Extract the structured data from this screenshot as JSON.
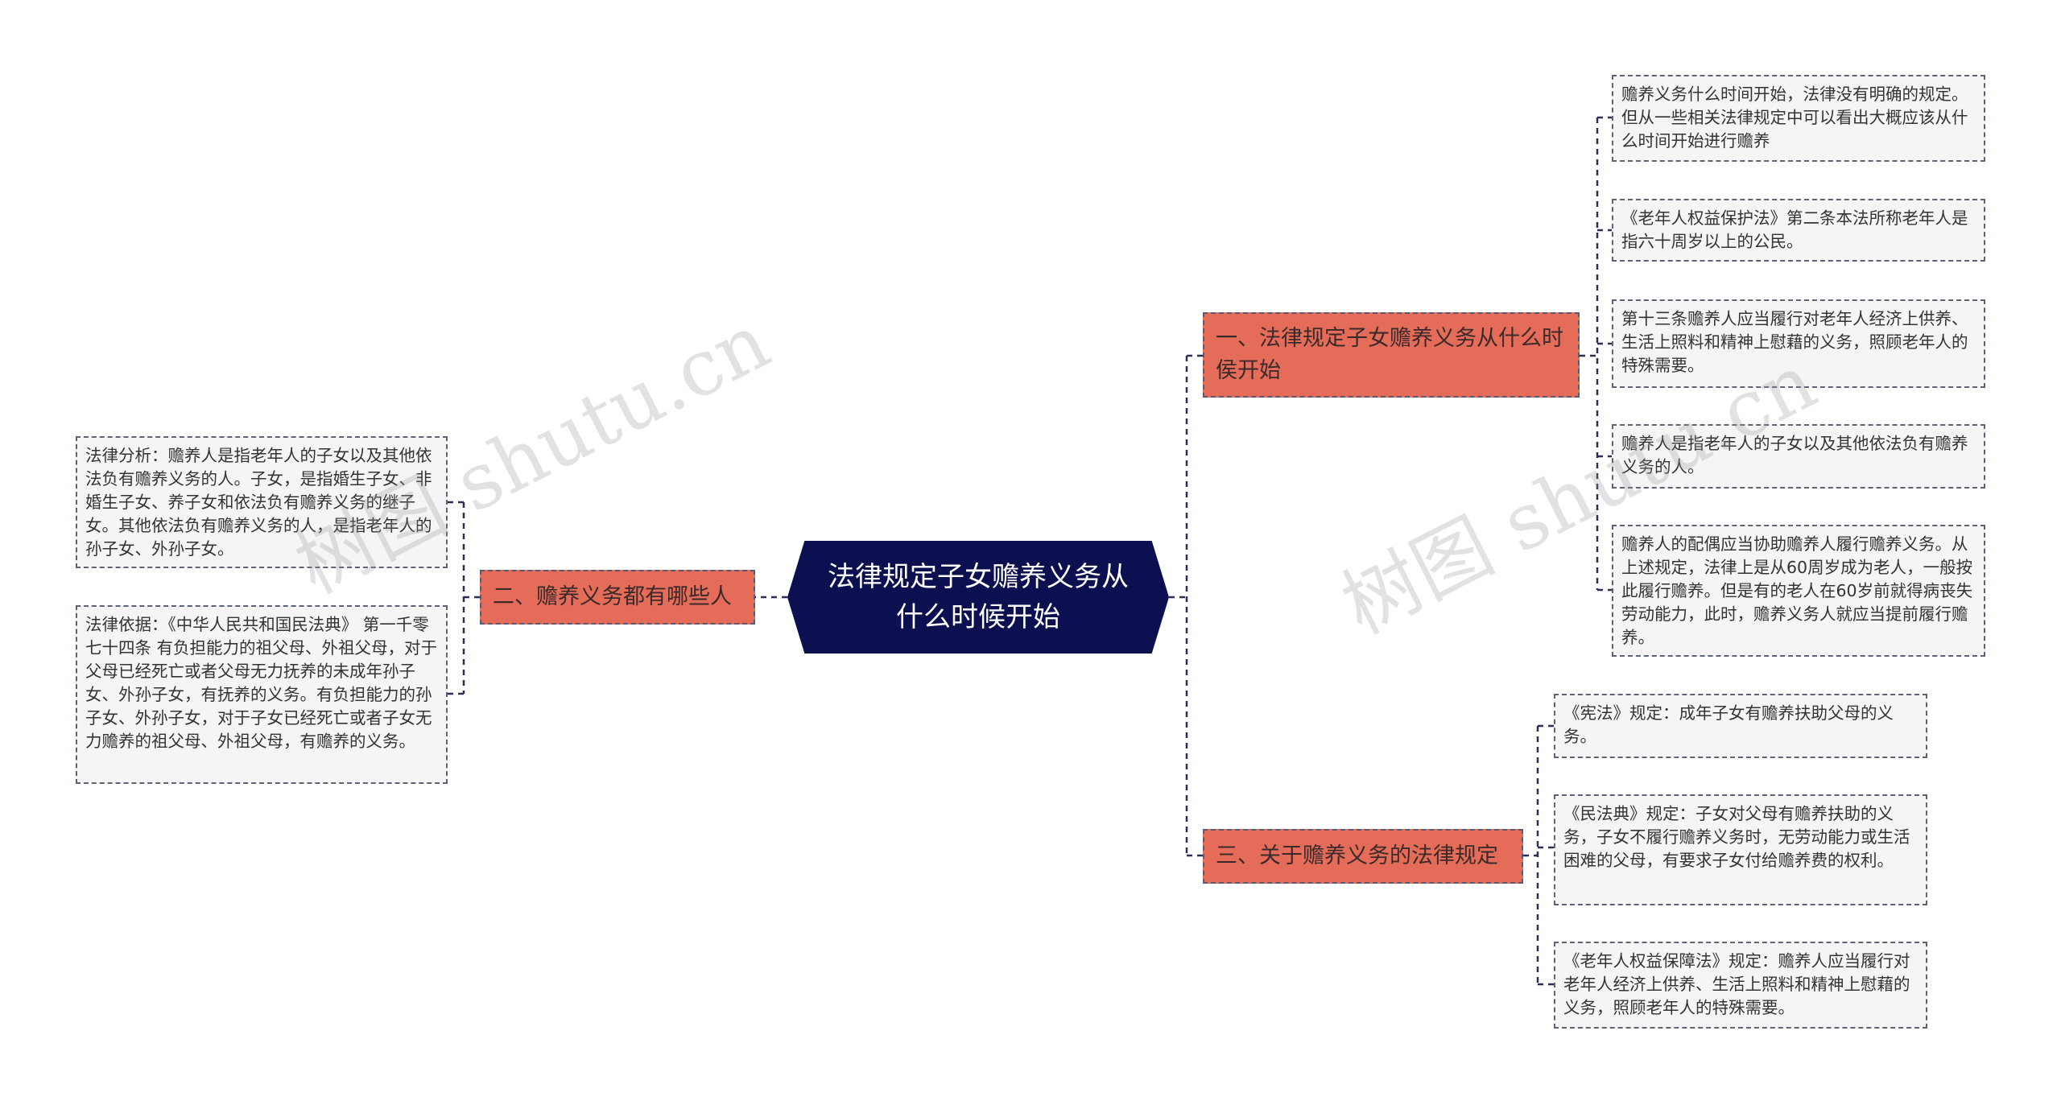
{
  "root": {
    "title": "法律规定子女赡养义务从什么时候开始"
  },
  "branches": {
    "b1": {
      "label": "一、法律规定子女赡养义务从什么时侯开始"
    },
    "b2": {
      "label": "二、赡养义务都有哪些人"
    },
    "b3": {
      "label": "三、关于赡养义务的法律规定"
    }
  },
  "leaves": {
    "b1_1": "赡养义务什么时间开始，法律没有明确的规定。但从一些相关法律规定中可以看出大概应该从什么时间开始进行赡养",
    "b1_2": "《老年人权益保护法》第二条本法所称老年人是指六十周岁以上的公民。",
    "b1_3": "第十三条赡养人应当履行对老年人经济上供养、生活上照料和精神上慰藉的义务，照顾老年人的特殊需要。",
    "b1_4": "赡养人是指老年人的子女以及其他依法负有赡养义务的人。",
    "b1_5": "赡养人的配偶应当协助赡养人履行赡养义务。从上述规定，法律上是从60周岁成为老人，一般按此履行赡养。但是有的老人在60岁前就得病丧失劳动能力，此时，赡养义务人就应当提前履行赡养。",
    "b2_1": "法律分析：赡养人是指老年人的子女以及其他依法负有赡养义务的人。子女，是指婚生子女、非婚生子女、养子女和依法负有赡养义务的继子女。其他依法负有赡养义务的人，是指老年人的孙子女、外孙子女。",
    "b2_2": "法律依据：《中华人民共和国民法典》 第一千零七十四条 有负担能力的祖父母、外祖父母，对于父母已经死亡或者父母无力抚养的未成年孙子女、外孙子女，有抚养的义务。有负担能力的孙子女、外孙子女，对于子女已经死亡或者子女无力赡养的祖父母、外祖父母，有赡养的义务。",
    "b3_1": "《宪法》规定：成年子女有赡养扶助父母的义务。",
    "b3_2": "《民法典》规定：子女对父母有赡养扶助的义务，子女不履行赡养义务时，无劳动能力或生活困难的父母，有要求子女付给赡养费的权利。",
    "b3_3": "《老年人权益保障法》规定：赡养人应当履行对老年人经济上供养、生活上照料和精神上慰藉的义务，照顾老年人的特殊需要。"
  },
  "watermark": {
    "text1": "树图 shutu.cn",
    "text2": "树图 shutu.cn"
  },
  "colors": {
    "root": "#0d1050",
    "branch": "#e56c59",
    "leaf": "#f5f5f5",
    "connector": "#2b2f55"
  }
}
